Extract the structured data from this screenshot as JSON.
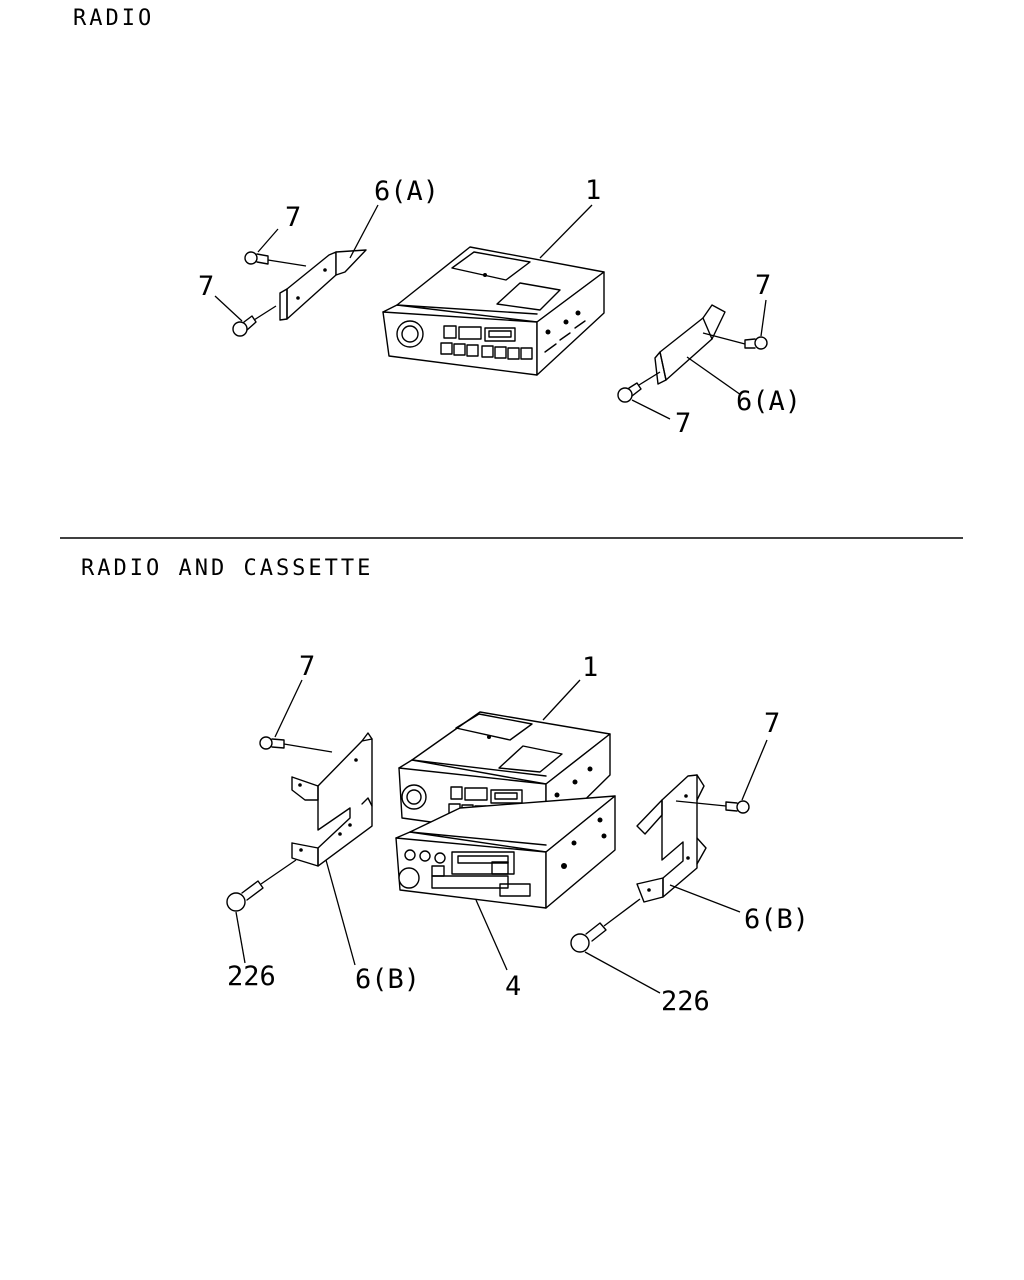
{
  "sections": {
    "radio": {
      "title": "RADIO",
      "callouts": {
        "unit": "1",
        "bracket_left": "6(A)",
        "bracket_right": "6(A)",
        "screw_top_left": "7",
        "screw_mid_left": "7",
        "screw_top_right": "7",
        "screw_bottom_right": "7"
      }
    },
    "radio_cassette": {
      "title": "RADIO AND CASSETTE",
      "callouts": {
        "radio_unit": "1",
        "cassette_unit": "4",
        "screw_left": "7",
        "screw_right": "7",
        "bracket_left": "6(B)",
        "bracket_right": "6(B)",
        "bolt_left": "226",
        "bolt_right": "226"
      }
    }
  },
  "colors": {
    "line": "#000000",
    "background": "#ffffff"
  }
}
